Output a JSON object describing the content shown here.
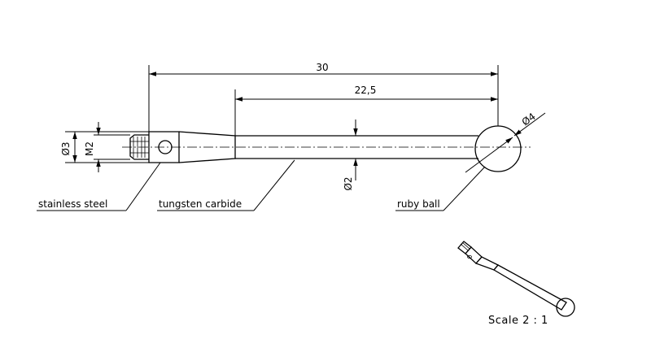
{
  "dimensions": {
    "total_length": "30",
    "shaft_length": "22,5",
    "thread_diameter": "Ø3",
    "thread_size": "M2",
    "stem_diameter": "Ø2",
    "ball_diameter": "Ø4"
  },
  "labels": {
    "body_material": "stainless steel",
    "stem_material": "tungsten carbide",
    "tip": "ruby ball"
  },
  "scale_text": "Scale 2 : 1"
}
